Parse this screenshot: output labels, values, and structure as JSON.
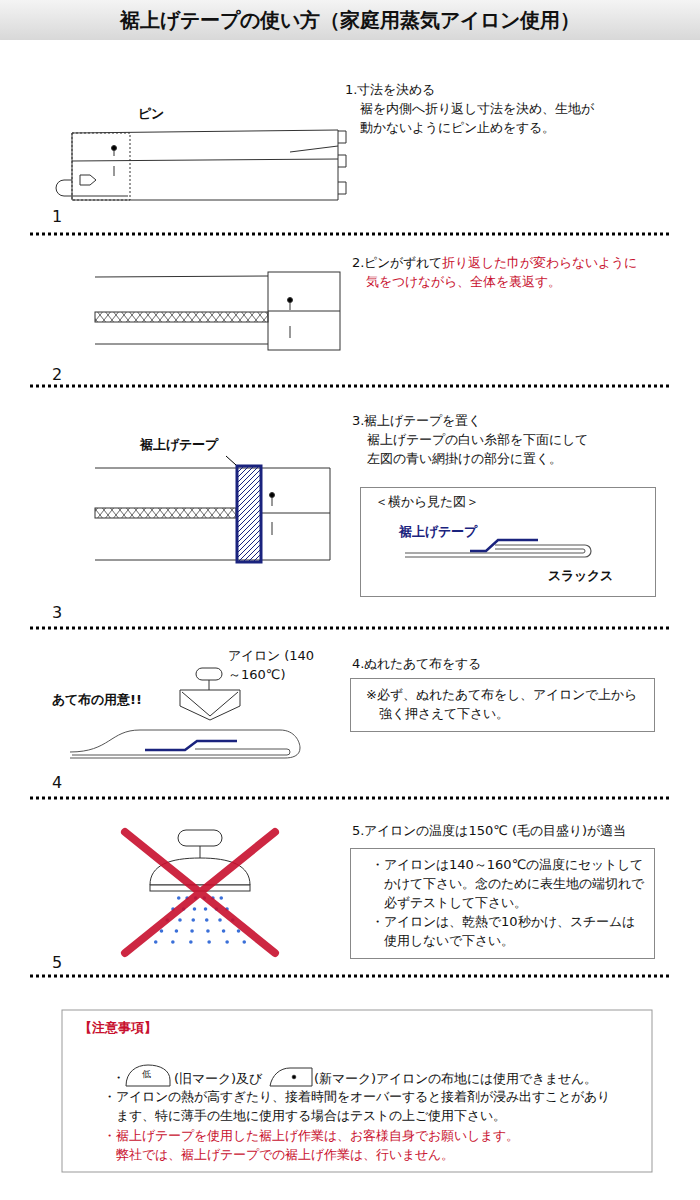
{
  "diagram": {
    "title": "裾上げテープの使い方（家庭用蒸気アイロン使用）",
    "nodes": [
      {
        "text": [
          "＜横から見た図＞",
          "裾上げテープ",
          "スラックス"
        ]
      },
      {
        "text": [
          "※必ず、ぬれたあて布をし、アイロンで上から強く押さえて下さい。"
        ]
      },
      {
        "text": [
          "・アイロンは140～160℃の温度にセットしてかけて下さい。念のために表生地の端切れで必ずテストして下さい。",
          "・アイロンは、乾熱で10秒かけ、スチームは使用しないで下さい。"
        ]
      },
      {
        "text": [
          "【注意事項】",
          "・",
          "低",
          "(旧マーク)及び",
          "(新マーク)アイロンの布地には使用できません。",
          "・アイロンの熱が高すぎたり、接着時間をオーバーすると接着剤が浸み出すことがあります、特に薄手の生地に使用する場合はテストの上ご使用下さい。",
          "・裾上げテープを使用した裾上げ作業は、お客様自身でお願いします。",
          "弊社では、裾上げテープでの裾上げ作業は、行いません。"
        ]
      }
    ],
    "labels": [
      "ピン",
      "1.寸法を決める",
      "裾を内側へ折り返し寸法を決め、生地が動かないようにピン止めをする。",
      "1",
      "2.ピンがずれて",
      "折り返した巾が変わらないように気をつけながら、全体を裏返す。",
      "2",
      "裾上げテープ",
      "3.裾上げテープを置く",
      "裾上げテープの白い糸部を下面にして左図の青い網掛けの部分に置く。",
      "3",
      "アイロン (140～160℃)",
      "あて布の用意!!",
      "4.ぬれたあて布をする",
      "4",
      "5.アイロンの温度は150℃ (毛の目盛り)が適当",
      "5"
    ]
  }
}
